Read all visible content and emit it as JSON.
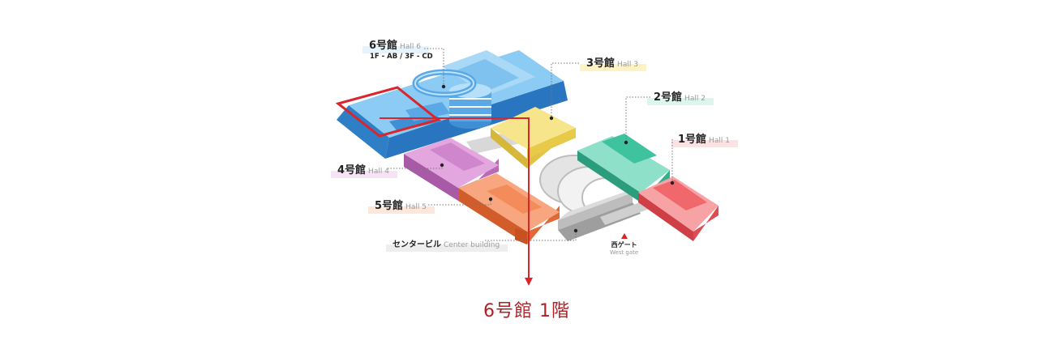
{
  "halls": {
    "hall6": {
      "name_jp": "6号館",
      "name_en": "Hall 6",
      "floors": "1F - AB / 3F - CD"
    },
    "hall3": {
      "name_jp": "3号館",
      "name_en": "Hall 3"
    },
    "hall2": {
      "name_jp": "2号館",
      "name_en": "Hall 2"
    },
    "hall1": {
      "name_jp": "1号館",
      "name_en": "Hall 1"
    },
    "hall4": {
      "name_jp": "4号館",
      "name_en": "Hall 4"
    },
    "hall5": {
      "name_jp": "5号館",
      "name_en": "Hall 5"
    },
    "center": {
      "name_jp": "センタービル",
      "name_en": "Center building"
    }
  },
  "west_gate": {
    "name_jp": "西ゲート",
    "name_en": "West gate"
  },
  "selected": {
    "label": "6号館 1階",
    "hall": "hall6"
  },
  "colors": {
    "hall6": "#5aa9e6",
    "hall3": "#f3d65a",
    "hall2": "#3fc39e",
    "hall1": "#f0676c",
    "hall4": "#cf86cc",
    "hall5": "#f38c5a",
    "center": "#bdbdbd",
    "highlight": "#d9252b",
    "selected_text": "#b01f24"
  }
}
